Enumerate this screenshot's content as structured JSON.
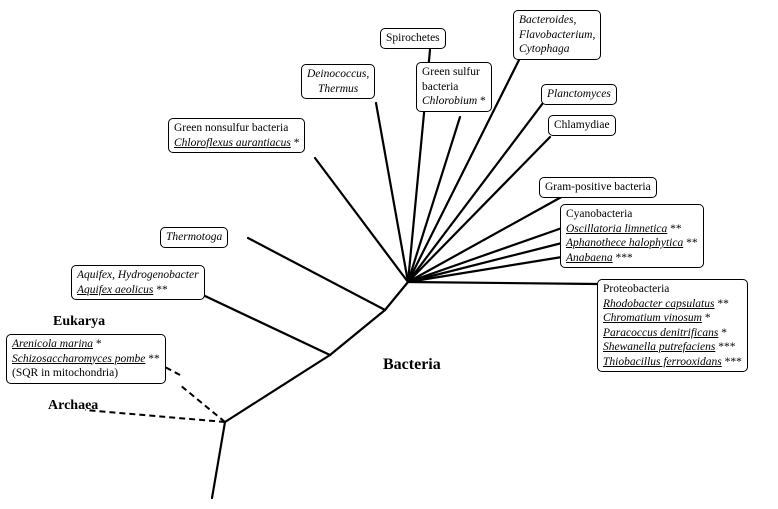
{
  "domains": {
    "bacteria": "Bacteria",
    "eukarya": "Eukarya",
    "archaea": "Archaea"
  },
  "groups": {
    "spirochetes": {
      "name": "Spirochetes"
    },
    "bacteroides": {
      "lines": [
        "Bacteroides,",
        "Flavobacterium,",
        "Cytophaga"
      ]
    },
    "green_sulfur": {
      "lines": [
        "Green sulfur",
        "bacteria"
      ],
      "species": "Chlorobium",
      "mark": "*"
    },
    "deinococcus": {
      "lines": [
        "Deinococcus,",
        "Thermus"
      ]
    },
    "planctomyces": {
      "name": "Planctomyces"
    },
    "chlamydiae": {
      "name": "Chlamydiae"
    },
    "green_nonsulfur": {
      "name": "Green nonsulfur bacteria",
      "species": "Chloroflexus aurantiacus",
      "mark": "*"
    },
    "gram_positive": {
      "name": "Gram-positive bacteria"
    },
    "cyanobacteria": {
      "name": "Cyanobacteria",
      "species": [
        {
          "name": "Oscillatoria limnetica",
          "mark": "**"
        },
        {
          "name": "Aphanothece halophytica",
          "mark": "**"
        },
        {
          "name": "Anabaena",
          "mark": "***"
        }
      ]
    },
    "thermotoga": {
      "name": "Thermotoga"
    },
    "aquifex": {
      "name": "Aquifex, Hydrogenobacter",
      "species": "Aquifex aeolicus",
      "mark": "**"
    },
    "proteobacteria": {
      "name": "Proteobacteria",
      "species": [
        {
          "name": "Rhodobacter capsulatus",
          "mark": "**"
        },
        {
          "name": "Chromatium vinosum",
          "mark": "*"
        },
        {
          "name": "Paracoccus denitrificans",
          "mark": "*"
        },
        {
          "name": "Shewanella putrefaciens",
          "mark": "***"
        },
        {
          "name": "Thiobacillus ferrooxidans",
          "mark": "***"
        }
      ]
    },
    "eukarya_box": {
      "species": [
        {
          "name": "Arenicola marina",
          "mark": "*"
        },
        {
          "name": "Schizosaccharomyces pombe",
          "mark": "**"
        }
      ],
      "note": "(SQR in mitochondria)"
    }
  }
}
